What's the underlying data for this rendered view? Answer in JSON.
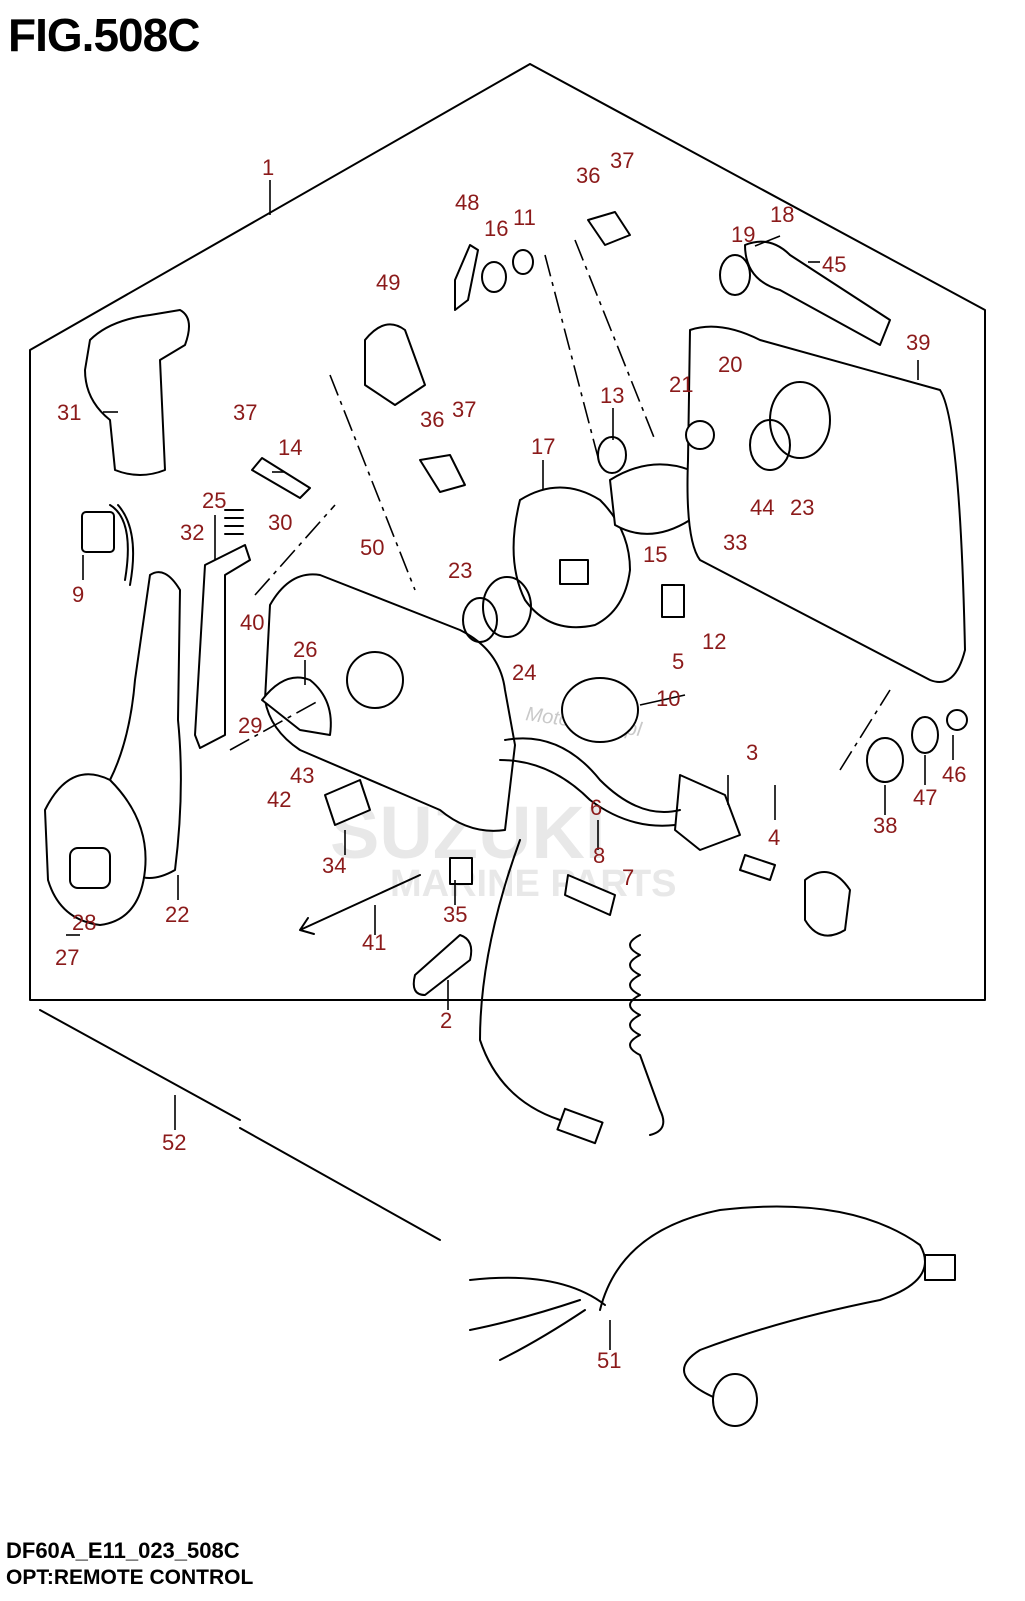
{
  "figure": {
    "title": "FIG.508C",
    "code": "DF60A_E11_023_508C",
    "caption": "OPT:REMOTE CONTROL"
  },
  "watermark": {
    "brand": "SUZUKI",
    "sub": "MARINE PARTS",
    "site": "Motogroup.pl"
  },
  "colors": {
    "callout": "#8b1a1a",
    "lines": "#000000"
  },
  "callouts": [
    {
      "id": "1",
      "label": "1"
    },
    {
      "id": "2",
      "label": "2"
    },
    {
      "id": "3",
      "label": "3"
    },
    {
      "id": "4",
      "label": "4"
    },
    {
      "id": "5",
      "label": "5"
    },
    {
      "id": "6",
      "label": "6"
    },
    {
      "id": "7",
      "label": "7"
    },
    {
      "id": "8",
      "label": "8"
    },
    {
      "id": "9",
      "label": "9"
    },
    {
      "id": "10",
      "label": "10"
    },
    {
      "id": "11",
      "label": "11"
    },
    {
      "id": "12",
      "label": "12"
    },
    {
      "id": "13",
      "label": "13"
    },
    {
      "id": "14",
      "label": "14"
    },
    {
      "id": "15",
      "label": "15"
    },
    {
      "id": "16",
      "label": "16"
    },
    {
      "id": "17",
      "label": "17"
    },
    {
      "id": "18",
      "label": "18"
    },
    {
      "id": "19",
      "label": "19"
    },
    {
      "id": "20",
      "label": "20"
    },
    {
      "id": "21",
      "label": "21"
    },
    {
      "id": "22",
      "label": "22"
    },
    {
      "id": "23a",
      "label": "23"
    },
    {
      "id": "23b",
      "label": "23"
    },
    {
      "id": "24",
      "label": "24"
    },
    {
      "id": "25",
      "label": "25"
    },
    {
      "id": "26",
      "label": "26"
    },
    {
      "id": "27",
      "label": "27"
    },
    {
      "id": "28",
      "label": "28"
    },
    {
      "id": "29",
      "label": "29"
    },
    {
      "id": "30",
      "label": "30"
    },
    {
      "id": "31",
      "label": "31"
    },
    {
      "id": "32",
      "label": "32"
    },
    {
      "id": "33",
      "label": "33"
    },
    {
      "id": "34",
      "label": "34"
    },
    {
      "id": "35",
      "label": "35"
    },
    {
      "id": "36a",
      "label": "36"
    },
    {
      "id": "36b",
      "label": "36"
    },
    {
      "id": "37a",
      "label": "37"
    },
    {
      "id": "37b",
      "label": "37"
    },
    {
      "id": "37c",
      "label": "37"
    },
    {
      "id": "38",
      "label": "38"
    },
    {
      "id": "39",
      "label": "39"
    },
    {
      "id": "40",
      "label": "40"
    },
    {
      "id": "41",
      "label": "41"
    },
    {
      "id": "42",
      "label": "42"
    },
    {
      "id": "43",
      "label": "43"
    },
    {
      "id": "44",
      "label": "44"
    },
    {
      "id": "45",
      "label": "45"
    },
    {
      "id": "46",
      "label": "46"
    },
    {
      "id": "47",
      "label": "47"
    },
    {
      "id": "48",
      "label": "48"
    },
    {
      "id": "49",
      "label": "49"
    },
    {
      "id": "50",
      "label": "50"
    },
    {
      "id": "51",
      "label": "51"
    },
    {
      "id": "52",
      "label": "52"
    }
  ]
}
